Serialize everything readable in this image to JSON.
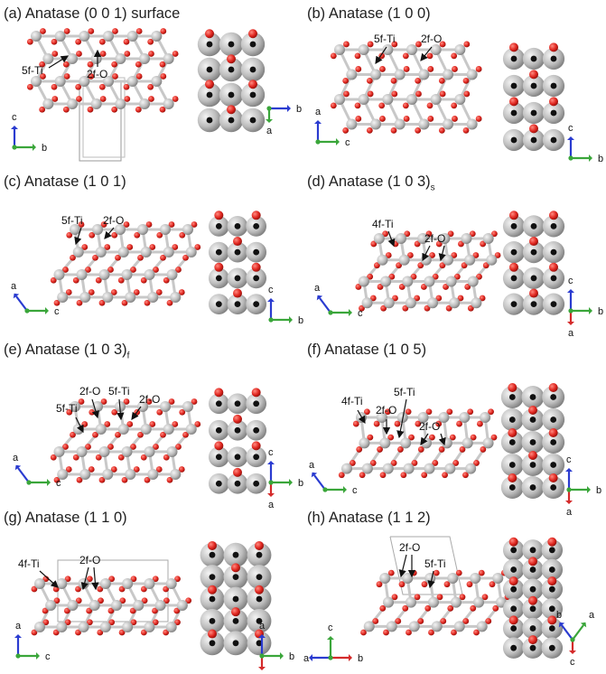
{
  "panels": [
    {
      "id": "a",
      "title": "(a) Anatase (0 0 1) surface",
      "sub": "",
      "labels": [
        "5f-Ti",
        "2f-O"
      ],
      "main_axes": [
        "c",
        "b"
      ],
      "side_axes": [
        "b",
        "a"
      ]
    },
    {
      "id": "b",
      "title": "(b) Anatase (1 0 0)",
      "sub": "",
      "labels": [
        "5f-Ti",
        "2f-O"
      ],
      "main_axes": [
        "a",
        "c"
      ],
      "side_axes": [
        "c",
        "b"
      ]
    },
    {
      "id": "c",
      "title": "(c) Anatase (1 0 1)",
      "sub": "",
      "labels": [
        "5f-Ti",
        "2f-O"
      ],
      "main_axes": [
        "a",
        "c"
      ],
      "side_axes": [
        "c",
        "b"
      ]
    },
    {
      "id": "d",
      "title": "(d) Anatase (1 0 3)",
      "sub": "s",
      "labels": [
        "4f-Ti",
        "2f-O"
      ],
      "main_axes": [
        "a",
        "c"
      ],
      "side_axes": [
        "c",
        "b",
        "a"
      ]
    },
    {
      "id": "e",
      "title": "(e) Anatase (1 0 3)",
      "sub": "f",
      "labels": [
        "2f-O",
        "5f-Ti",
        "2f-O",
        "5f-Ti"
      ],
      "main_axes": [
        "a",
        "c"
      ],
      "side_axes": [
        "c",
        "b",
        "a"
      ]
    },
    {
      "id": "f",
      "title": "(f) Anatase (1 0 5)",
      "sub": "",
      "labels": [
        "4f-Ti",
        "5f-Ti",
        "2f-O",
        "2f-O"
      ],
      "main_axes": [
        "a",
        "c"
      ],
      "side_axes": [
        "c",
        "b",
        "a"
      ]
    },
    {
      "id": "g",
      "title": "(g) Anatase (1 1 0)",
      "sub": "",
      "labels": [
        "4f-Ti",
        "2f-O"
      ],
      "main_axes": [
        "a",
        "c"
      ],
      "side_axes": [
        "a",
        "b",
        "c"
      ]
    },
    {
      "id": "h",
      "title": "(h) Anatase (1 1 2)",
      "sub": "",
      "labels": [
        "2f-O",
        "5f-Ti"
      ],
      "main_axes": [
        "a",
        "c",
        "b"
      ],
      "side_axes": [
        "b",
        "a",
        "c"
      ]
    }
  ],
  "colors": {
    "ti": "#b9b9b9",
    "o": "#e0261f",
    "bond": "#c8c8c8",
    "axis_blue": "#2a3bd0",
    "axis_green": "#3aa63a",
    "axis_red": "#d42a2a"
  }
}
